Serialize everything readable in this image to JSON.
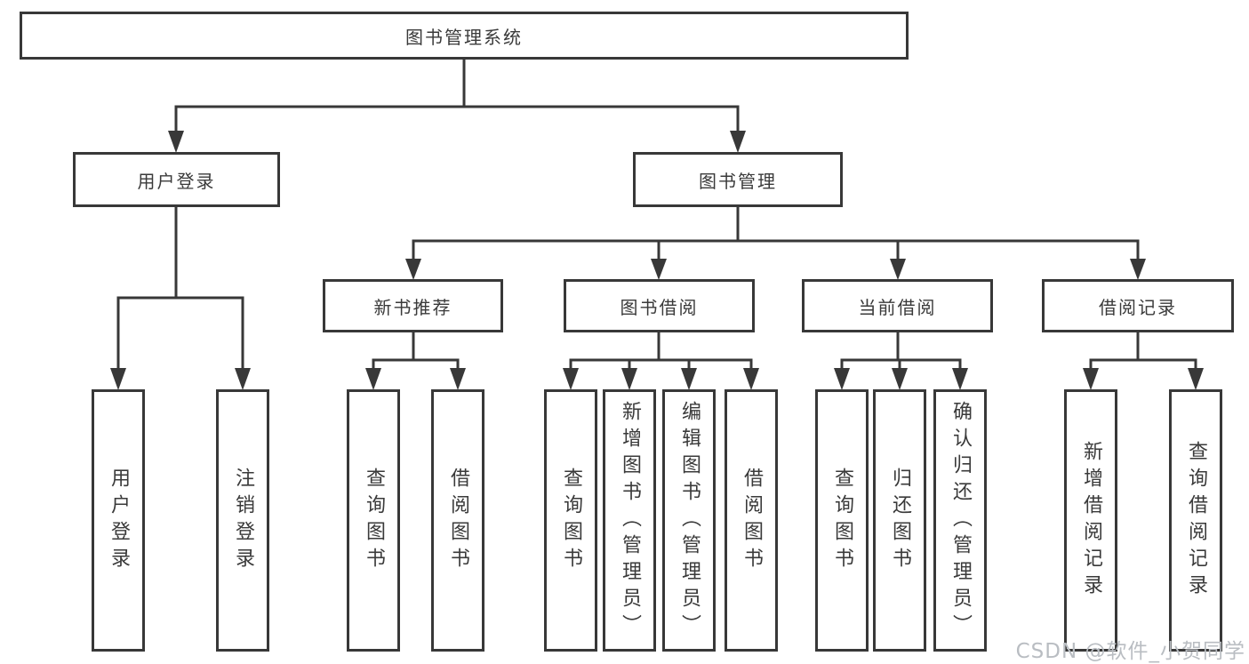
{
  "diagram": {
    "type": "tree",
    "title": "图书管理系统",
    "branches": [
      {
        "label": "用户登录",
        "leaves": [
          "用户登录",
          "注销登录"
        ]
      },
      {
        "label": "图书管理",
        "groups": [
          {
            "label": "新书推荐",
            "leaves": [
              "查询图书",
              "借阅图书"
            ]
          },
          {
            "label": "图书借阅",
            "leaves": [
              "查询图书",
              "新增图书（管理员）",
              "编辑图书（管理员）",
              "借阅图书"
            ]
          },
          {
            "label": "当前借阅",
            "leaves": [
              "查询图书",
              "归还图书",
              "确认归还（管理员）"
            ]
          },
          {
            "label": "借阅记录",
            "leaves": [
              "新增借阅记录",
              "查询借阅记录"
            ]
          }
        ]
      }
    ]
  },
  "watermark": "CSDN @软件_小贺同学",
  "colors": {
    "line": "#383838",
    "text": "#3a3a3a",
    "background": "#ffffff",
    "watermark": "#b9bdc2"
  }
}
